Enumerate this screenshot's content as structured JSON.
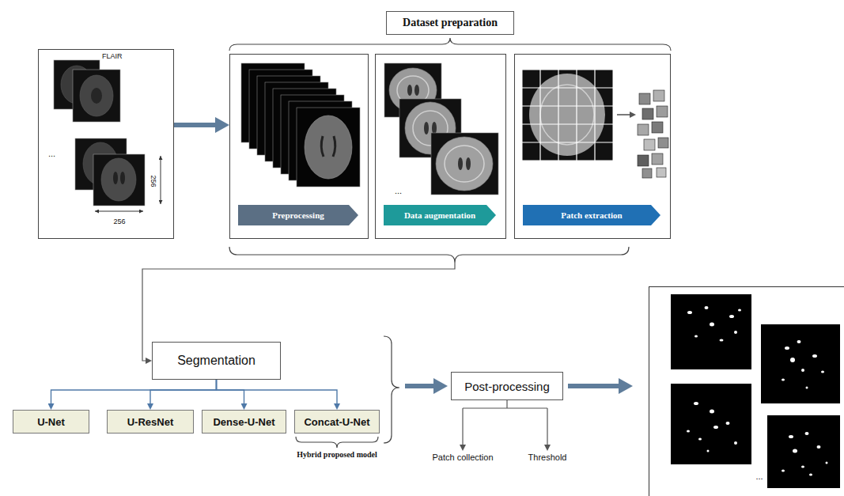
{
  "diagram": {
    "nodes": [
      {
        "text": [
          "Dataset preparation"
        ]
      },
      {
        "text": [
          "FLAIR",
          "...",
          "256",
          "256"
        ]
      },
      {
        "text": [
          "Preprocessing"
        ]
      },
      {
        "text": [
          "Data augmentation",
          "..."
        ]
      },
      {
        "text": [
          "Patch extraction"
        ]
      },
      {
        "text": [
          "Segmentation"
        ]
      },
      {
        "text": [
          "U-Net"
        ]
      },
      {
        "text": [
          "U-ResNet"
        ]
      },
      {
        "text": [
          "Dense-U-Net"
        ]
      },
      {
        "text": [
          "Concat-U-Net"
        ]
      },
      {
        "text": [
          "Post-processing"
        ]
      }
    ],
    "edges": [
      {
        "from": 1,
        "to": 2,
        "arrow": "to"
      },
      {
        "from": 5,
        "to": 6,
        "arrow": "to"
      },
      {
        "from": 5,
        "to": 7,
        "arrow": "to"
      },
      {
        "from": 5,
        "to": 8,
        "arrow": "to"
      },
      {
        "from": 5,
        "to": 9,
        "arrow": "to"
      }
    ],
    "labels": [
      "Hybrid proposed model",
      "Patch collection",
      "Threshold",
      "..."
    ]
  }
}
